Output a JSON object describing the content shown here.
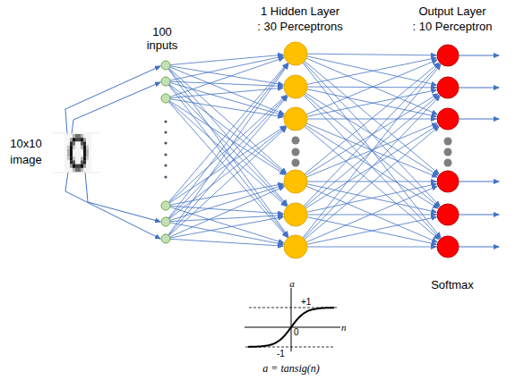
{
  "diagram": {
    "labels": [
      "100 inputs",
      "1 Hidden Layer : 30 Perceptrons",
      "Output Layer : 10 Perceptron",
      "10x10 image",
      "Softmax",
      "a",
      "+1",
      "n",
      "0",
      "-1",
      "a = tansig(n)"
    ]
  }
}
